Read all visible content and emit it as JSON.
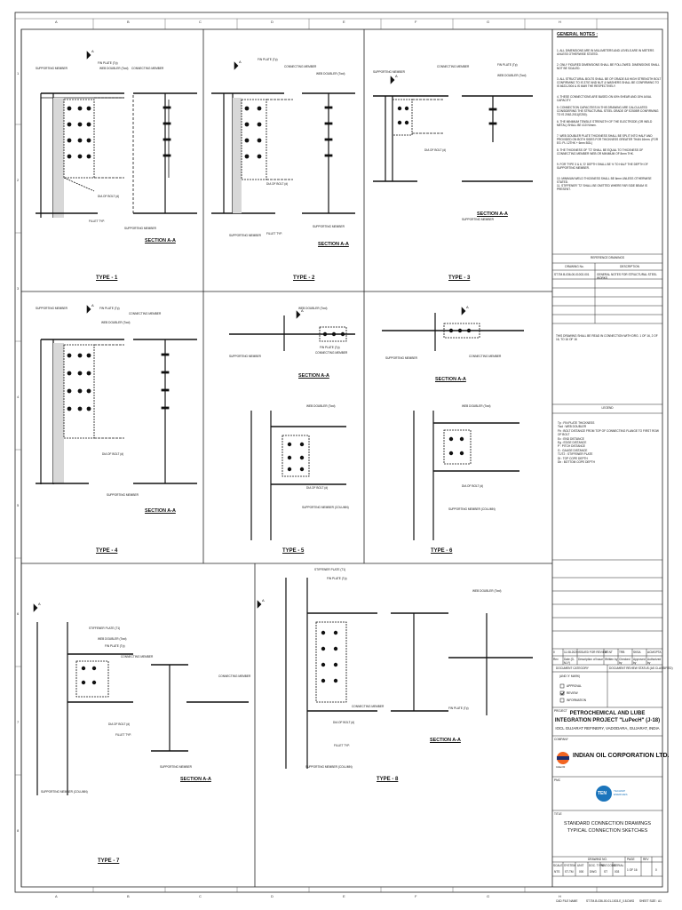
{
  "sheet": {
    "col_letters": [
      "A",
      "B",
      "C",
      "D",
      "E",
      "F",
      "G",
      "H"
    ],
    "row_numbers": [
      "1",
      "2",
      "3",
      "4",
      "5",
      "6",
      "7",
      "8"
    ]
  },
  "general_notes": {
    "title": "GENERAL NOTES :",
    "items": [
      "1.  ALL DIMENSIONS ARE IN MILLIMETERS AND LEVELS ARE IN METERS UNLESS OTHERWISE STATED.",
      "2.  ONLY FIGURED DIMENSIONS SHALL BE FOLLOWED. DIMENSIONS SHALL NOT BE SCALED.",
      "3.  ALL STRUCTURAL BOLTS SHALL BE OF GRADE 8.8 HIGH STRENGTH BOLT CONFIRMING TO IS 3757 AND NUT & WASHERS SHALL BE CONFIRMING TO IS 6623-2004 & IS 6649 THE RESPECTIVELY.",
      "4.  THESE CONNECTIONS ARE BASED ON 60% SHEAR AND 15% AXIAL CAPACITY.",
      "5.  CONNECTION CAPACITIES IN THIS DRAWING ARE CALCULATED CONSIDERING THE STRUCTURAL STEEL GRADE OF E250BR CONFIRMING TO IS 2062-2011(E250).",
      "6.  THE MINIMUM TENSILE STRENGTH OF THE ELECTRODE (OR WELD METAL) SHALL BE 410 N/mm².",
      "7.  WEB DOUBLER PLATE THICKNESS SHALL BE SPLIT INTO HALF AND PROVIDED ON BOTH SIDES FOR THICKNESS GREATER THAN 16mm. (FOR EG: PL 12THK + 6mm BOL)",
      "8.  THE THICKNESS OF 'T2' SHALL BE EQUAL TO THICKNESS OF CONNECTING MEMBER WEB OR MINIMUM OF 8mm THK.",
      "9.  FOR TYPE 3 & 6, 'D' DEPTH SHALL BE ½ TO HALF THE DEPTH OF SUPPORTING MEMBER.",
      "10. MINIMUM WELD THICKNESS SHALL BE 6mm UNLESS OTHERWISE STATED.",
      "11. STIFFENER 'T2' SHALL BE OMITTED WHERE FAR SIDE BEAM IS PRESENT."
    ]
  },
  "reference_drawings": {
    "title": "REFERENCE DRAWINGS",
    "headers": [
      "DRAWING No.",
      "DESCRIPTION"
    ],
    "rows": [
      [
        "ST.TM.B-036-00-01002-001",
        "GENERAL NOTES FOR STRUCTURAL STEEL WORKS"
      ]
    ]
  },
  "read_note": "THIS DRAWING SHALL BE READ IN CONNECTION WITH DRG. 1 OF 16, 2 OF 16, TO 16 OF 16",
  "legend": {
    "title": "LEGEND",
    "items": [
      "Tp  : FIN PLATE THICKNESS",
      "Twd : WEB DOUBLER",
      "Fb  : BOLT DISTANCE FROM TOP OF CONNECTING FLANGE TO FIRST ROW OF BOLT",
      "Ec  : END DISTANCE",
      "Eg  : EDGE DISTANCE",
      "P   : PITCH DISTANCE",
      "G   : GAUGE DISTANCE",
      "T1/T2 : STIFFENER PLATE",
      "Dt  : TOP COPE DEPTH",
      "Db  : BOTTOM COPE DEPTH"
    ]
  },
  "revision": {
    "row": [
      "0",
      "11.08.2020",
      "ISSUED FOR REVIEW",
      "ST.NT",
      "TRB",
      "SKSA",
      "ACMGPTA"
    ],
    "headers": [
      "Rev",
      "Date (D-M-Y)",
      "Description of Issue",
      "Written by",
      "Checked by",
      "Approved by",
      "Authorized by"
    ]
  },
  "document_category": {
    "title": "DOCUMENT CATEGORY",
    "right_title": "DOCUMENT REVIEW STATUS (AS CLASSIFIED)",
    "sub": "(AND 'X' MARK)",
    "options": [
      "APPROVAL",
      "REVIEW",
      "INFORMATION"
    ],
    "checked_index": 1
  },
  "project": {
    "label": "PROJECT",
    "line1": "PETROCHEMICAL AND LUBE",
    "line2": "INTEGRATION PROJECT \"LuPecH\" (J-18)",
    "line3": "IOCL GUJARAT REFINERY, VADODARA, GUJARAT, INDIA"
  },
  "company": {
    "label": "COMPANY",
    "name": "INDIAN OIL CORPORATION LTD.",
    "logo_text": "IndianOil"
  },
  "pmc": {
    "label": "PMC",
    "logo_text": "TEN",
    "logo_sub": "TECHNIP ENERGIES"
  },
  "title_block": {
    "label": "TITLE",
    "line1": "STANDARD CONNECTION DRAWINGS",
    "line2": "TYPICAL CONNECTION SKETCHES",
    "drawing_no_label": "DRAWING NO.",
    "page_label": "PAGE",
    "rev_label": "REV",
    "cells": [
      "SCALE",
      "SYSTEM",
      "UNIT",
      "DOC. TYPE",
      "MAT.CODE",
      "SERIAL",
      "1 OF 16",
      "0"
    ],
    "values": [
      "NTS",
      "ST-TM",
      "000",
      "DWG",
      "ST",
      "003",
      "",
      ""
    ]
  },
  "footer": {
    "cad": "CAD FILE NAME",
    "cad_value": "ST.TM-B-036-00-01-1003-E_0.8.DWG",
    "sheet_size": "SHEET SIZE : A1"
  },
  "types": {
    "t1": "TYPE - 1",
    "t2": "TYPE - 2",
    "t3": "TYPE - 3",
    "t4": "TYPE - 4",
    "t5": "TYPE - 5",
    "t6": "TYPE - 6",
    "t7": "TYPE - 7",
    "t8": "TYPE - 8"
  },
  "sections": {
    "s1": "SECTION A-A",
    "s2": "SECTION A-A",
    "s3": "SECTION A-A",
    "s4": "SECTION A-A",
    "s5": "SECTION A-A",
    "s6": "SECTION A-A",
    "s7": "SECTION A-A",
    "s8": "SECTION A-A"
  },
  "labels": {
    "supporting_member": "SUPPORTING MEMBER",
    "connecting_member": "CONNECTING MEMBER",
    "fin_plate": "FIN PLATE (Tp)",
    "web_doubler": "WEB DOUBLER (Twd)",
    "dia_bolt": "DIA OF BOLT (d)",
    "fillet": "FILLET TYP.",
    "stiffener_t1": "STIFFENER PLATE (T1)",
    "supporting_column": "SUPPORTING MEMBER (COLUMN)",
    "section_mark": "A"
  }
}
